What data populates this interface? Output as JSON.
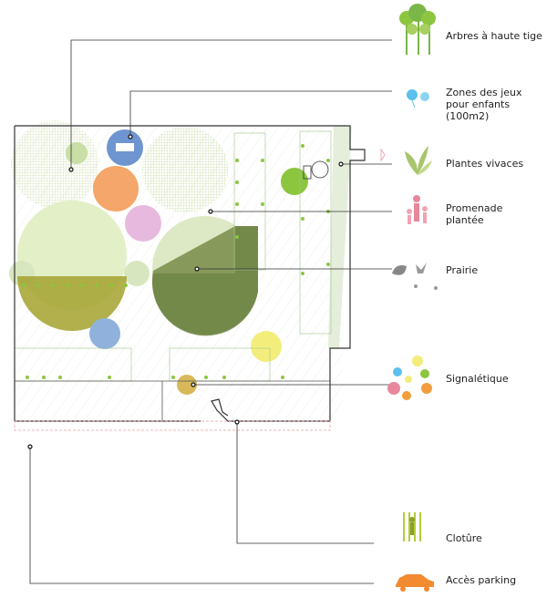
{
  "legend": [
    {
      "key": "trees",
      "label": "Arbres à haute tige",
      "icon": "tree-icon",
      "color": "#7ab648"
    },
    {
      "key": "playground",
      "label": "Zones des jeux\npour enfants\n(100m2)",
      "icon": "balloon-icon",
      "color": "#5bc0eb"
    },
    {
      "key": "perennials",
      "label": "Plantes vivaces",
      "icon": "plant-icon",
      "color": "#a8c66c"
    },
    {
      "key": "promenade",
      "label": "Promenade\nplantée",
      "icon": "family-icon",
      "color": "#e8879c"
    },
    {
      "key": "meadow",
      "label": "Prairie",
      "icon": "leaf-butterfly-icon",
      "color": "#888888"
    },
    {
      "key": "signage",
      "label": "Signalétique",
      "icon": "dots-icon",
      "color": "#f39c3d"
    },
    {
      "key": "fence",
      "label": "Clotûre",
      "icon": "fence-icon",
      "color": "#b5cc3a"
    },
    {
      "key": "parking",
      "label": "Accès parking",
      "icon": "car-icon",
      "color": "#f28a30"
    }
  ],
  "colors": {
    "tree_green": "#c9e09a",
    "blue_zone": "#6e95cf",
    "orange_zone": "#f5a66a",
    "pink_zone": "#e7b9de",
    "meadow": "#8a9e5a",
    "olive": "#a3a22e",
    "yellow": "#f3ee7c",
    "light_blue": "#8fb1dc",
    "lime": "#8cc63f",
    "sign_yellow": "#d9b85a",
    "outline": "#333333",
    "dashed": "#e89aa2"
  }
}
